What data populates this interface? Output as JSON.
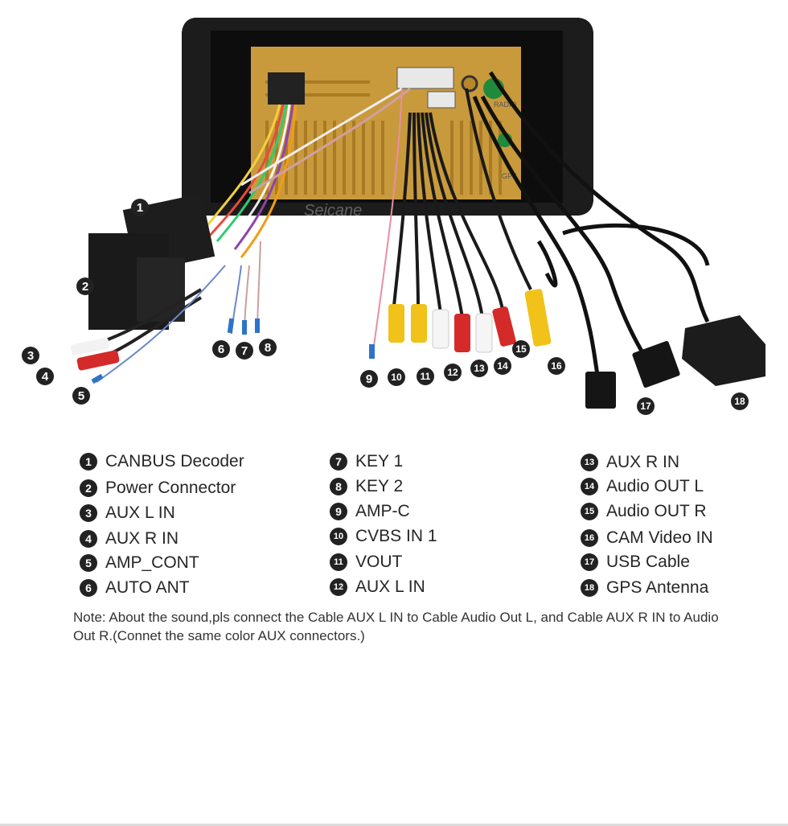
{
  "watermark": "Seicane",
  "port_labels": [
    "RADIO",
    "GPS"
  ],
  "callout_numbers": [
    "1",
    "2",
    "3",
    "4",
    "5",
    "6",
    "7",
    "8",
    "9",
    "10",
    "11",
    "12",
    "13",
    "14",
    "15",
    "16",
    "17",
    "18"
  ],
  "legend": [
    {
      "num": "1",
      "label": "CANBUS Decoder"
    },
    {
      "num": "2",
      "label": "Power Connector"
    },
    {
      "num": "3",
      "label": "AUX L IN"
    },
    {
      "num": "4",
      "label": "AUX R IN"
    },
    {
      "num": "5",
      "label": "AMP_CONT"
    },
    {
      "num": "6",
      "label": "AUTO ANT"
    },
    {
      "num": "7",
      "label": "KEY 1"
    },
    {
      "num": "8",
      "label": "KEY 2"
    },
    {
      "num": "9",
      "label": "AMP-C"
    },
    {
      "num": "10",
      "label": "CVBS IN 1"
    },
    {
      "num": "11",
      "label": "VOUT"
    },
    {
      "num": "12",
      "label": "AUX L IN"
    },
    {
      "num": "13",
      "label": "AUX R IN"
    },
    {
      "num": "14",
      "label": "Audio OUT L"
    },
    {
      "num": "15",
      "label": "Audio OUT R"
    },
    {
      "num": "16",
      "label": "CAM Video IN"
    },
    {
      "num": "17",
      "label": "USB Cable"
    },
    {
      "num": "18",
      "label": "GPS Antenna"
    }
  ],
  "note": "Note: About the sound,pls connect the Cable AUX L IN to Cable Audio Out L, and Cable AUX R IN to Audio Out R.(Connet the same color AUX connectors.)"
}
